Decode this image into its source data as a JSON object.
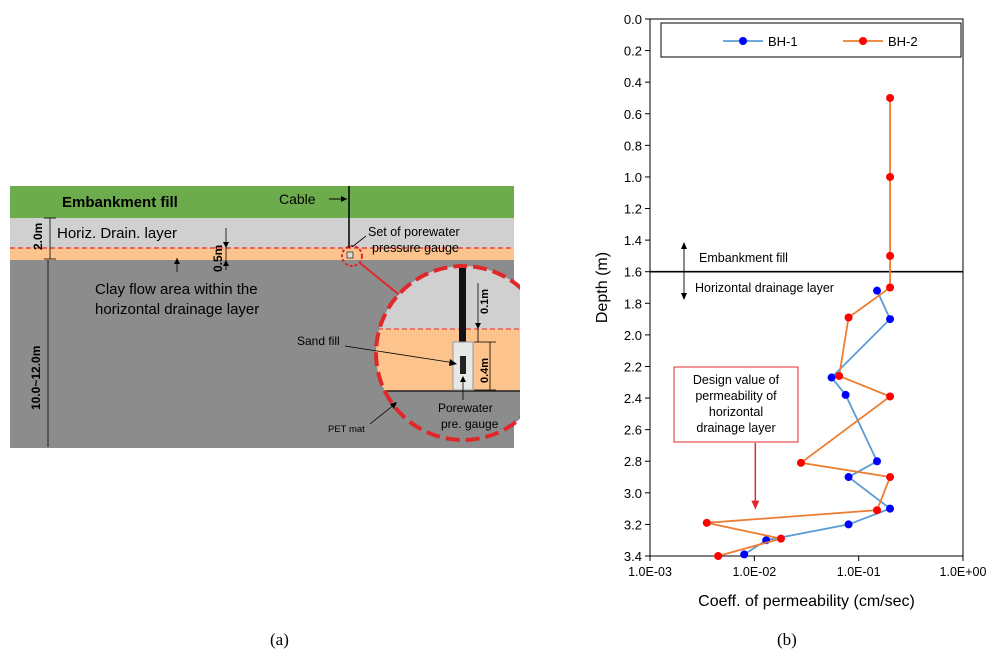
{
  "diagram": {
    "layer_labels": {
      "embankment": "Embankment fill",
      "drain": "Horiz. Drain. layer",
      "clay_flow": "Clay flow area within the horizontal drainage layer"
    },
    "cable": "Cable",
    "gauge_set": "Set of porewater pressure gauge",
    "dims": {
      "d1": "2.0m",
      "d2": "0.5m",
      "d3": "10.0~12.0m",
      "d4": "0.1m",
      "d5": "0.4m"
    },
    "sand_fill": "Sand fill",
    "pet_mat": "PET mat",
    "porewater_gauge": "Porewater pre. gauge",
    "panel_label": "(a)",
    "colors": {
      "embankment": "#6cac4c",
      "drain": "#d0d0d0",
      "orange": "#fcc48c",
      "clay": "#8c8c8c",
      "red": "#e0282c"
    }
  },
  "chart_data": {
    "type": "line",
    "xscale": "log",
    "xlim": [
      0.001,
      1.0
    ],
    "ylim": [
      3.4,
      0.0
    ],
    "xlabel": "Coeff. of permeability (cm/sec)",
    "ylabel": "Depth  (m)",
    "xticks": [
      "1.0E-03",
      "1.0E-02",
      "1.0E-01",
      "1.0E+00"
    ],
    "yticks": [
      "0.0",
      "0.2",
      "0.4",
      "0.6",
      "0.8",
      "1.0",
      "1.2",
      "1.4",
      "1.6",
      "1.8",
      "2.0",
      "2.2",
      "2.4",
      "2.6",
      "2.8",
      "3.0",
      "3.2",
      "3.4"
    ],
    "series": [
      {
        "name": "BH-1",
        "color": "#5b9bd5",
        "marker_color": "#0000ff",
        "points": [
          [
            0.15,
            1.72
          ],
          [
            0.2,
            1.9
          ],
          [
            0.055,
            2.27
          ],
          [
            0.075,
            2.38
          ],
          [
            0.15,
            2.8
          ],
          [
            0.08,
            2.9
          ],
          [
            0.2,
            3.1
          ],
          [
            0.08,
            3.2
          ],
          [
            0.013,
            3.3
          ],
          [
            0.008,
            3.39
          ]
        ]
      },
      {
        "name": "BH-2",
        "color": "#ed7d31",
        "marker_color": "#ff0000",
        "points": [
          [
            0.2,
            0.5
          ],
          [
            0.2,
            1.0
          ],
          [
            0.2,
            1.5
          ],
          [
            0.2,
            1.7
          ],
          [
            0.08,
            1.89
          ],
          [
            0.065,
            2.26
          ],
          [
            0.2,
            2.39
          ],
          [
            0.028,
            2.81
          ],
          [
            0.2,
            2.9
          ],
          [
            0.15,
            3.11
          ],
          [
            0.0035,
            3.19
          ],
          [
            0.018,
            3.29
          ],
          [
            0.0045,
            3.4
          ]
        ]
      }
    ],
    "hline": {
      "y": 1.6,
      "label_above": "Embankment fill",
      "label_below": "Horizontal drainage layer"
    },
    "annotation": {
      "text": [
        "Design value of",
        "permeability of",
        "horizontal",
        "drainage layer"
      ],
      "arrow_to": [
        0.01,
        3.1
      ]
    },
    "legend_position": "top",
    "panel_label": "(b)"
  }
}
